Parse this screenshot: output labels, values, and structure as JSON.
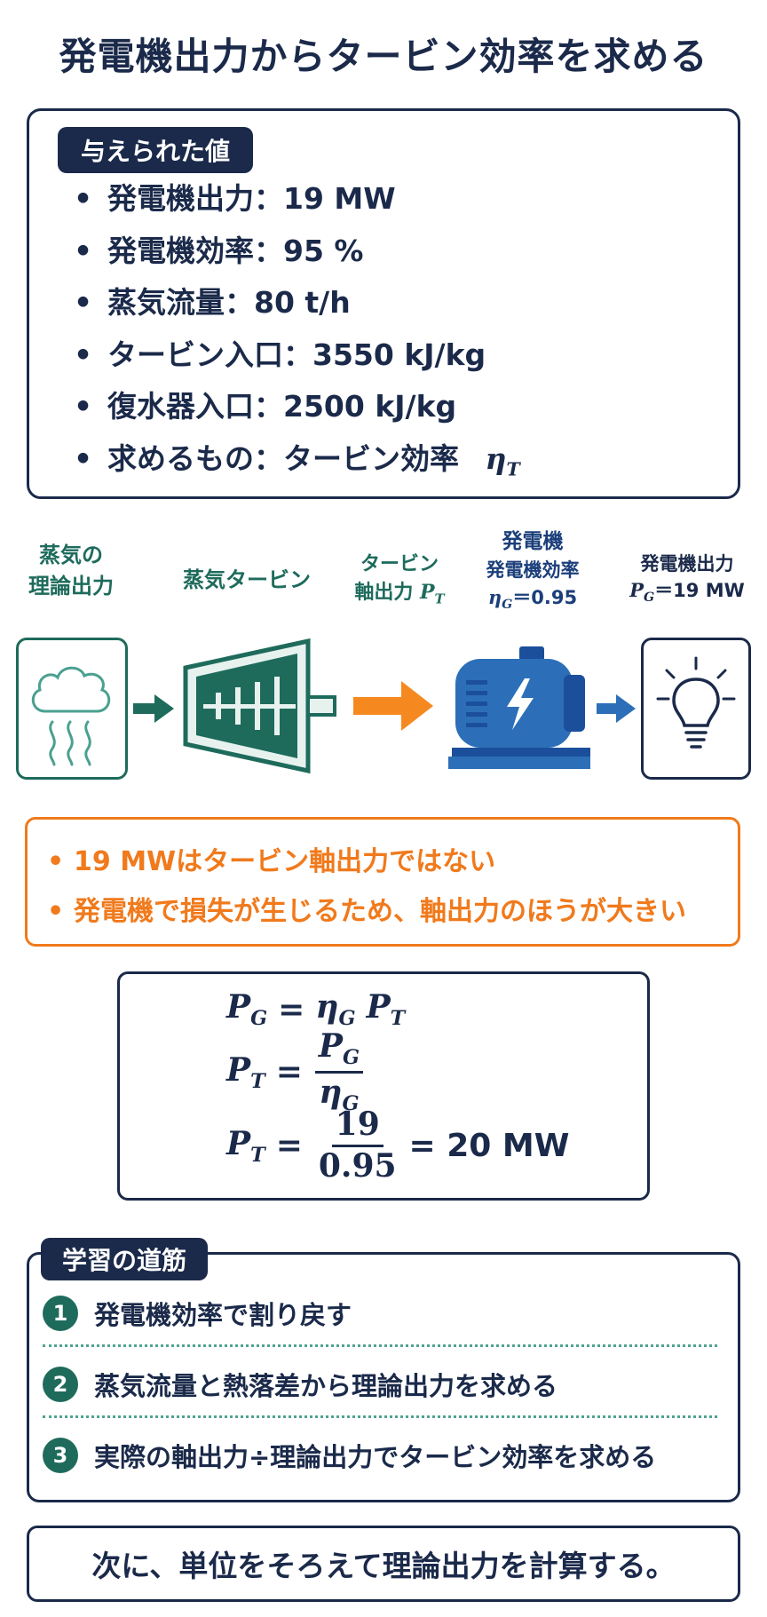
{
  "title": "発電機出力からタービン効率を求める",
  "given": {
    "tag": "与えられた値",
    "items": [
      "発電機出力：19 MW",
      "発電機効率：95 %",
      "蒸気流量：80 t/h",
      "タービン入口：3550 kJ/kg",
      "復水器入口：2500 kJ/kg",
      "求めるもの：タービン効率"
    ],
    "target_symbol": "η",
    "target_sub": "T"
  },
  "flow": {
    "steam_label_1": "蒸気の",
    "steam_label_2": "理論出力",
    "turbine_label": "蒸気タービン",
    "shaft_label_1": "タービン",
    "shaft_label_2": "軸出力",
    "shaft_symbol": "P",
    "shaft_sub": "T",
    "gen_title": "発電機",
    "gen_eff_label": "発電機効率",
    "gen_eff_symbol": "η",
    "gen_eff_sub": "G",
    "gen_eff_value": "＝0.95",
    "out_label": "発電機出力",
    "out_symbol": "P",
    "out_sub": "G",
    "out_value": "＝19 MW",
    "colors": {
      "teal": "#1e6b5c",
      "orange": "#f5891f",
      "blue": "#2c6fb8",
      "navy": "#1b2a4a"
    },
    "icons": [
      "steam-icon",
      "turbine-icon",
      "generator-icon",
      "lightbulb-icon"
    ]
  },
  "warning": {
    "items": [
      "19 MWはタービン軸出力ではない",
      "発電機で損失が生じるため、軸出力のほうが大きい"
    ],
    "color": "#f07a1c"
  },
  "formula": {
    "row1": {
      "lhs": "P",
      "lhs_sub": "G",
      "eq": "=",
      "r1": "η",
      "r1_sub": "G",
      "r2": "P",
      "r2_sub": "T"
    },
    "row2": {
      "lhs": "P",
      "lhs_sub": "T",
      "eq": "=",
      "num": "P",
      "num_sub": "G",
      "den": "η",
      "den_sub": "G"
    },
    "row3": {
      "lhs": "P",
      "lhs_sub": "T",
      "eq": "=",
      "num": "19",
      "den": "0.95",
      "result": "= 20 MW"
    }
  },
  "learning_path": {
    "tag": "学習の道筋",
    "steps": [
      {
        "num": "1",
        "text": "発電機効率で割り戻す"
      },
      {
        "num": "2",
        "text": "蒸気流量と熱落差から理論出力を求める"
      },
      {
        "num": "3",
        "text": "実際の軸出力÷理論出力でタービン効率を求める"
      }
    ]
  },
  "footer": "次に、単位をそろえて理論出力を計算する。"
}
